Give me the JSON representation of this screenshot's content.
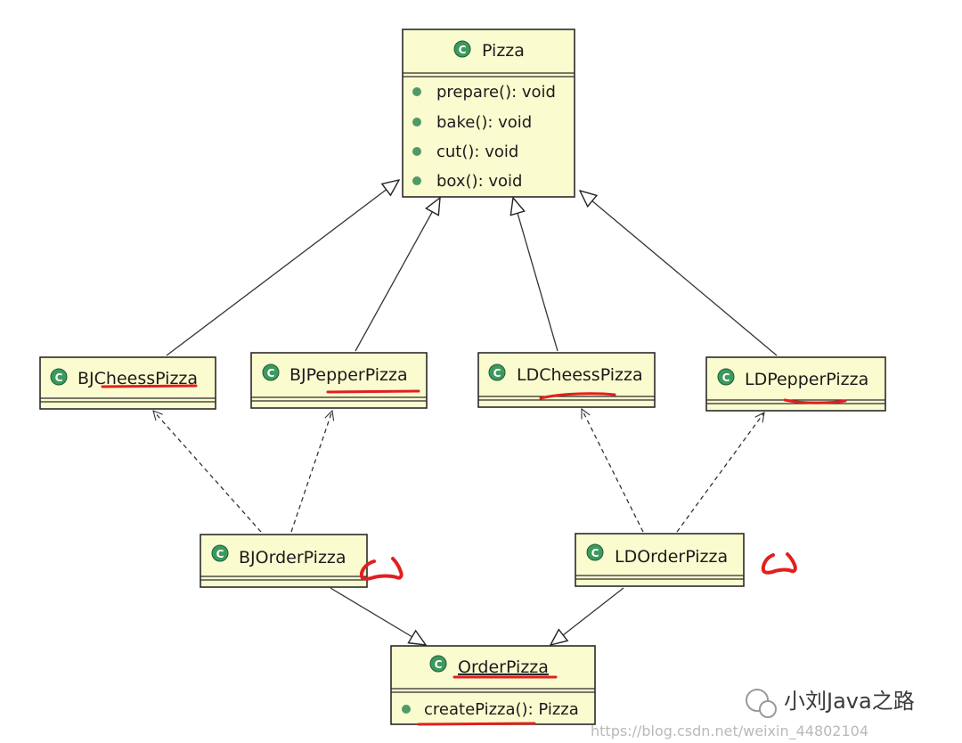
{
  "diagram": {
    "type": "uml-class-diagram",
    "classes": [
      {
        "id": "pizza",
        "name": "Pizza",
        "methods": [
          "prepare(): void",
          "bake(): void",
          "cut(): void",
          "box(): void"
        ]
      },
      {
        "id": "bjcheess",
        "name": "BJCheessPizza",
        "methods": []
      },
      {
        "id": "bjpepper",
        "name": "BJPepperPizza",
        "methods": []
      },
      {
        "id": "ldcheess",
        "name": "LDCheessPizza",
        "methods": []
      },
      {
        "id": "ldpepper",
        "name": "LDPepperPizza",
        "methods": []
      },
      {
        "id": "bjorder",
        "name": "BJOrderPizza",
        "methods": []
      },
      {
        "id": "ldorder",
        "name": "LDOrderPizza",
        "methods": []
      },
      {
        "id": "orderpizza",
        "name": "OrderPizza",
        "methods": [
          "createPizza(): Pizza"
        ]
      }
    ],
    "relations": [
      {
        "from": "bjcheess",
        "to": "pizza",
        "kind": "generalization"
      },
      {
        "from": "bjpepper",
        "to": "pizza",
        "kind": "generalization"
      },
      {
        "from": "ldcheess",
        "to": "pizza",
        "kind": "generalization"
      },
      {
        "from": "ldpepper",
        "to": "pizza",
        "kind": "generalization"
      },
      {
        "from": "bjorder",
        "to": "bjcheess",
        "kind": "dependency"
      },
      {
        "from": "bjorder",
        "to": "bjpepper",
        "kind": "dependency"
      },
      {
        "from": "ldorder",
        "to": "ldcheess",
        "kind": "dependency"
      },
      {
        "from": "ldorder",
        "to": "ldpepper",
        "kind": "dependency"
      },
      {
        "from": "bjorder",
        "to": "orderpizza",
        "kind": "generalization"
      },
      {
        "from": "ldorder",
        "to": "orderpizza",
        "kind": "generalization"
      }
    ]
  },
  "colors": {
    "class_fill": "#fbfbd0",
    "class_border": "#2a2a2a",
    "class_icon": "#3c9a5e",
    "method_icon": "#4f9a67",
    "annotation_red": "#e02020"
  },
  "watermark": "https://blog.csdn.net/weixin_44802104",
  "brand": "小刘Java之路"
}
